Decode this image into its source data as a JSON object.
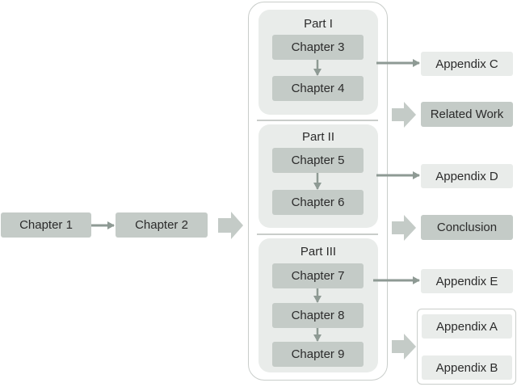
{
  "left_chain": {
    "chapter1": "Chapter 1",
    "chapter2": "Chapter 2"
  },
  "parts": [
    {
      "title": "Part I",
      "chapters": [
        "Chapter 3",
        "Chapter 4"
      ]
    },
    {
      "title": "Part II",
      "chapters": [
        "Chapter 5",
        "Chapter 6"
      ]
    },
    {
      "title": "Part III",
      "chapters": [
        "Chapter 7",
        "Chapter 8",
        "Chapter 9"
      ]
    }
  ],
  "right_column": {
    "appendix_c": "Appendix C",
    "related_work": "Related Work",
    "appendix_d": "Appendix D",
    "conclusion": "Conclusion",
    "appendix_e": "Appendix E",
    "appendix_a": "Appendix A",
    "appendix_b": "Appendix B"
  },
  "colors": {
    "dark_box": "#c4cbc7",
    "light_box": "#e9ecea",
    "arrow": "#8e9a94",
    "border": "#c9cdca"
  }
}
